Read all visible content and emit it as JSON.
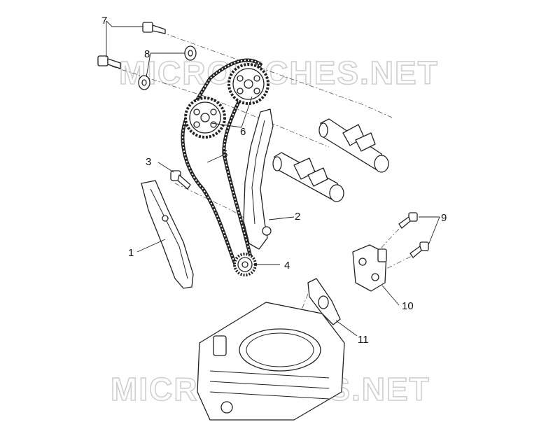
{
  "watermark": "MICROFICHES.NET",
  "callouts": [
    {
      "id": "1",
      "text": "1"
    },
    {
      "id": "2",
      "text": "2"
    },
    {
      "id": "3",
      "text": "3"
    },
    {
      "id": "4",
      "text": "4"
    },
    {
      "id": "5",
      "text": "5"
    },
    {
      "id": "6",
      "text": "6"
    },
    {
      "id": "7",
      "text": "7"
    },
    {
      "id": "8",
      "text": "8"
    },
    {
      "id": "9",
      "text": "9"
    },
    {
      "id": "10",
      "text": "10"
    },
    {
      "id": "11",
      "text": "11"
    }
  ]
}
